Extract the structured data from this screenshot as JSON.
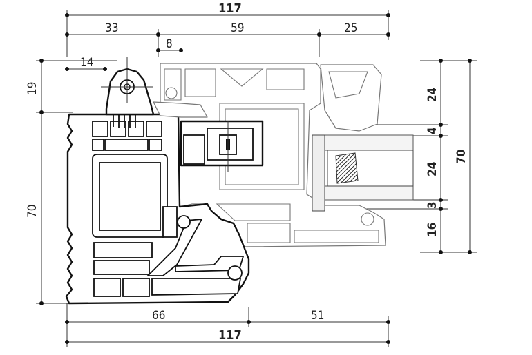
{
  "dimensions": {
    "top_total": "117",
    "top_left": "33",
    "top_mid": "59",
    "top_right": "25",
    "offset_8": "8",
    "offset_14": "14",
    "left_top": "19",
    "left_main": "70",
    "right_a": "24",
    "right_b": "4",
    "right_c": "24",
    "right_d": "3",
    "right_e": "16",
    "right_total": "70",
    "bottom_left": "66",
    "bottom_right": "51",
    "bottom_total": "117"
  }
}
